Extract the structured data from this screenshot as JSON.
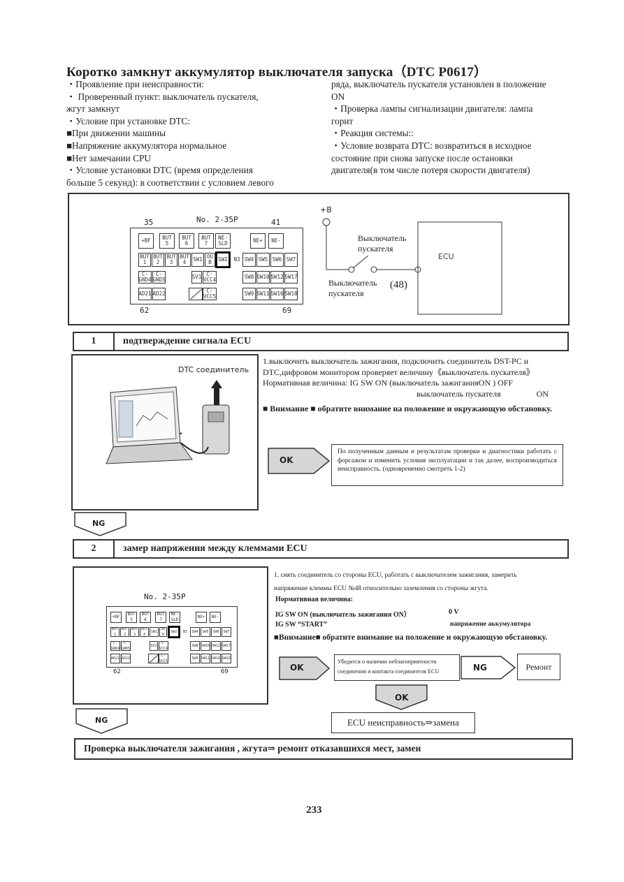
{
  "title": "Коротко замкнут аккумулятор выключателя запуска（DTC P0617）",
  "left_column": [
    "・Проявление при неисправности:",
    "・ Проверенный пункт: выключатель пускателя,",
    "жгут замкнут",
    "・Условие при установке DTC:",
    "■При движении машины",
    "■Напряжение аккумулятора нормальное",
    "■Нет замечании CPU",
    "・Условие установки DTC (время определения",
    "больше 5 секунд): в соответствии с условием левого"
  ],
  "right_column": [
    "ряда, выключатель пускателя установлен в положение",
    "ON",
    "・Проверка лампы сигнализации двигателя: лампа",
    "горит",
    "・Реакция системы::",
    "・Условие возврата DTC: возвратиться в исходное",
    "состояние при снова запуске после остановки",
    "двигателя(в том числе потеря скорости двигателя)"
  ],
  "connector": {
    "label": "No. 2-35P",
    "pin_35": "35",
    "pin_41": "41",
    "pin_62": "62",
    "pin_69": "69",
    "row1": [
      "+BF",
      "BUT\n5",
      "BUT\n6",
      "BUT\n7",
      "NE-\nSLD",
      "NE+",
      "NE-"
    ],
    "row2": [
      "BUT\n1",
      "BUT\n2",
      "BUT\n3",
      "BUT\n4",
      "SW1",
      "OU\nB",
      "SW2",
      "N3",
      "SW4",
      "SW5",
      "SW6",
      "SW7"
    ],
    "row3": [
      "C-\nGND4",
      "C-\nGND5",
      "SV1",
      "C-\nVCC4",
      "SW8",
      "SW10",
      "SW12",
      "SW17"
    ],
    "row4": [
      "AD21",
      "AD22",
      "",
      "C-\nVCC5",
      "SW9",
      "SW11",
      "SW16",
      "SW18"
    ]
  },
  "circuit": {
    "plus_b": "+B",
    "switch_label_top": [
      "Выключатель",
      "пускателя"
    ],
    "ecu": "ECU",
    "switch_label_bottom": [
      "Выключатель",
      "пускателя"
    ],
    "pin": "(48)"
  },
  "step1": {
    "number": "1",
    "heading": "подтверждение сигнала ECU",
    "dtc_label": "DTC соединитель",
    "text": [
      "1.выключить выключатель зажигания, подключить соединитель DST-PC и",
      "DTC,цифровом монитором проверяет величину《выключатель пускателя》",
      "Нормативная величина: IG SW ON (выключатель зажиганияON )    OFF",
      "выключатель пускателя",
      "ON"
    ],
    "warning": "■ Внимание ■ обратите внимание на положение и окружающую обстановку.",
    "ok": "OK",
    "ok_text": "По полученным данным и результатам проверки и диагностики работать с форсажом и изменить условия эксплуатации и так далее, воспроизводиться неисправность. (одновременно смотреть 1-2)",
    "ng": "NG"
  },
  "step2": {
    "number": "2",
    "heading": "замер напряжения между клеммами ECU",
    "text": [
      "1. снять соединитель со стороны ECU, работать с выключателем зажигания, замерить",
      "напряжение клеммы ECU №48 относительно заземления со стороны жгута."
    ],
    "norm_label": "Нормативная величина:",
    "norm_row1": [
      "IG   SW   ON (выключатель зажигания ON）",
      "0   V"
    ],
    "norm_row2": [
      "IG   SW   “START”",
      "напряжение аккумулятора"
    ],
    "warning": "■Внимание■   обратите внимание на положение и окружающую обстановку.",
    "ok": "OK",
    "ok_text": "Убедится о наличии неблагоприятности соединения и контакта соединителя ECU",
    "ng_inner": "NG",
    "repair": "Ремонт",
    "ok_down": "OK",
    "ecu_fail": "ECU неисправность⇒замена",
    "ng": "NG"
  },
  "final": "Проверка выключателя зажигания , жгута⇒  ремонт отказавшихся мест, замен",
  "page_number": "233"
}
